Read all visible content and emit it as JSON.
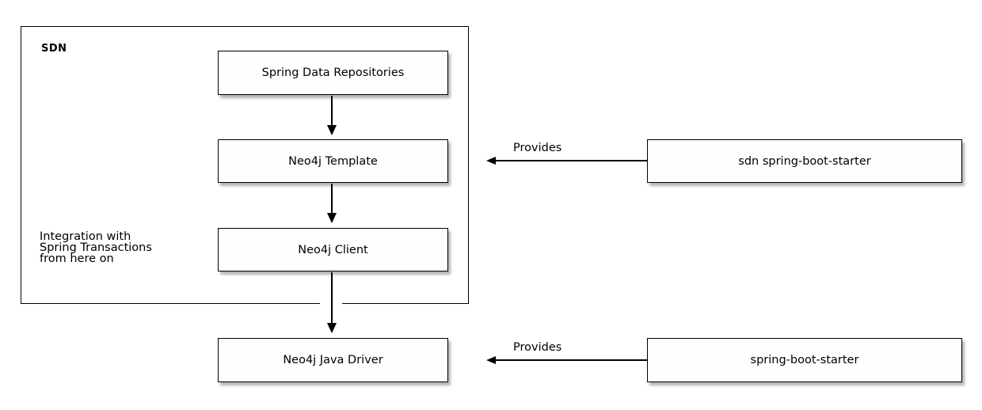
{
  "group": {
    "label": "SDN"
  },
  "note": {
    "lines": [
      "Integration with",
      "Spring Transactions",
      "from here on"
    ]
  },
  "nodes": {
    "repositories": "Spring Data Repositories",
    "template": "Neo4j Template",
    "client": "Neo4j Client",
    "driver": "Neo4j Java Driver",
    "sdn_starter": "sdn spring-boot-starter",
    "boot_starter": "spring-boot-starter"
  },
  "edges": {
    "provides_top": "Provides",
    "provides_bottom": "Provides"
  },
  "colors": {
    "background": "#ffffff",
    "box_fill": "#fefefe",
    "border": "#000000",
    "text": "#000000",
    "shadow": "#787878"
  }
}
